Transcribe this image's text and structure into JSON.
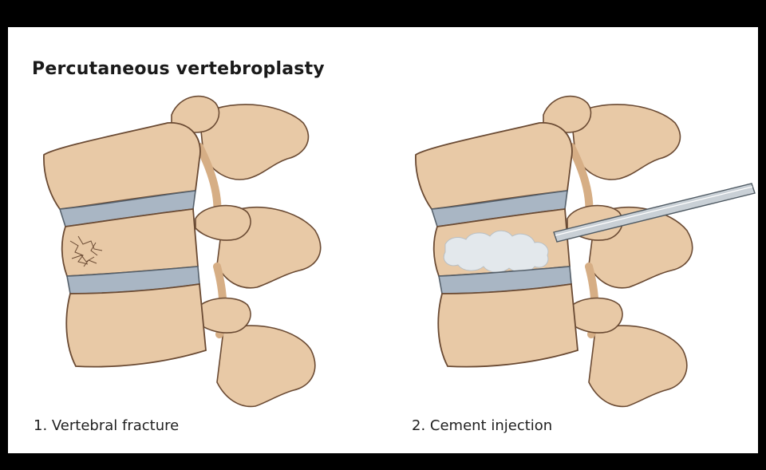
{
  "title": "Percutaneous vertebroplasty",
  "panels": [
    {
      "caption": "1. Vertebral fracture"
    },
    {
      "caption": "2. Cement injection"
    }
  ],
  "colors": {
    "bone": "#e8c9a6",
    "bone_shade": "#d6ae85",
    "bone_outline": "#6a4a33",
    "disc": "#a9b6c4",
    "disc_outline": "#55606b",
    "cement": "#e3e8ec",
    "needle": "#c9d0d6"
  }
}
